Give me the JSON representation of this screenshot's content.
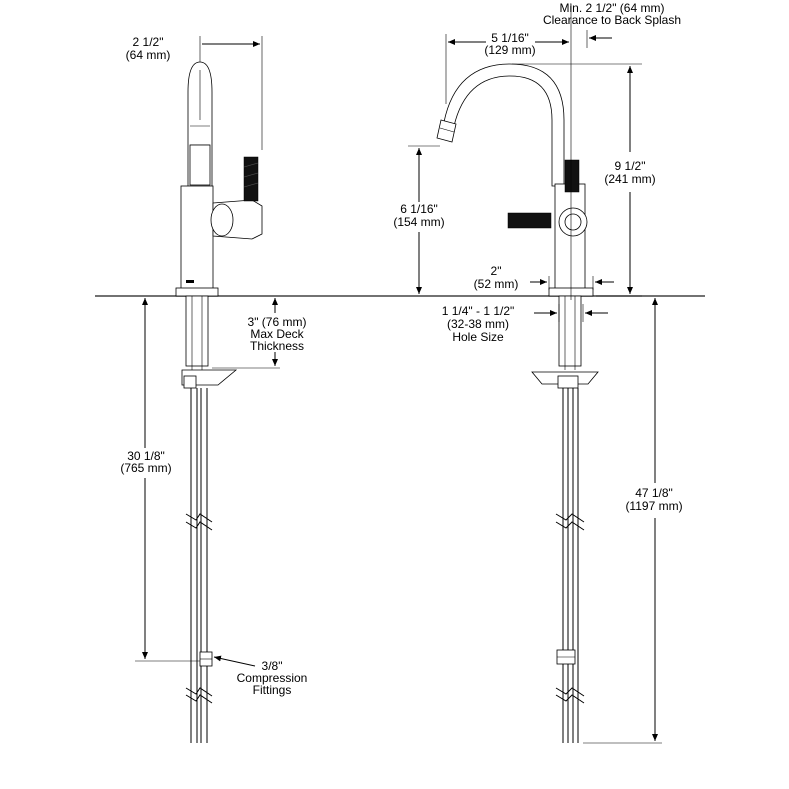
{
  "dimensions": {
    "left_handle_width": {
      "imperial": "2 1/2\"",
      "metric": "(64 mm)"
    },
    "max_deck": {
      "line1": "3\" (76 mm)",
      "line2": "Max Deck",
      "line3": "Thickness"
    },
    "left_supply_length": {
      "imperial": "30 1/8\"",
      "metric": "(765 mm)"
    },
    "compression_fittings": {
      "line1": "3/8\"",
      "line2": "Compression",
      "line3": "Fittings"
    },
    "backsplash_clearance": {
      "line1": "Min. 2 1/2\" (64 mm)",
      "line2": "Clearance to Back Splash"
    },
    "spout_reach": {
      "imperial": "5 1/16\"",
      "metric": "(129 mm)"
    },
    "overall_height": {
      "imperial": "9 1/2\"",
      "metric": "(241 mm)"
    },
    "spout_height": {
      "imperial": "6 1/16\"",
      "metric": "(154 mm)"
    },
    "base_diameter": {
      "imperial": "2\"",
      "metric": "(52 mm)"
    },
    "hole_size": {
      "line1": "1 1/4\" - 1 1/2\"",
      "line2": "(32-38 mm)",
      "line3": "Hole Size"
    },
    "right_supply_length": {
      "imperial": "47 1/8\"",
      "metric": "(1197 mm)"
    }
  }
}
